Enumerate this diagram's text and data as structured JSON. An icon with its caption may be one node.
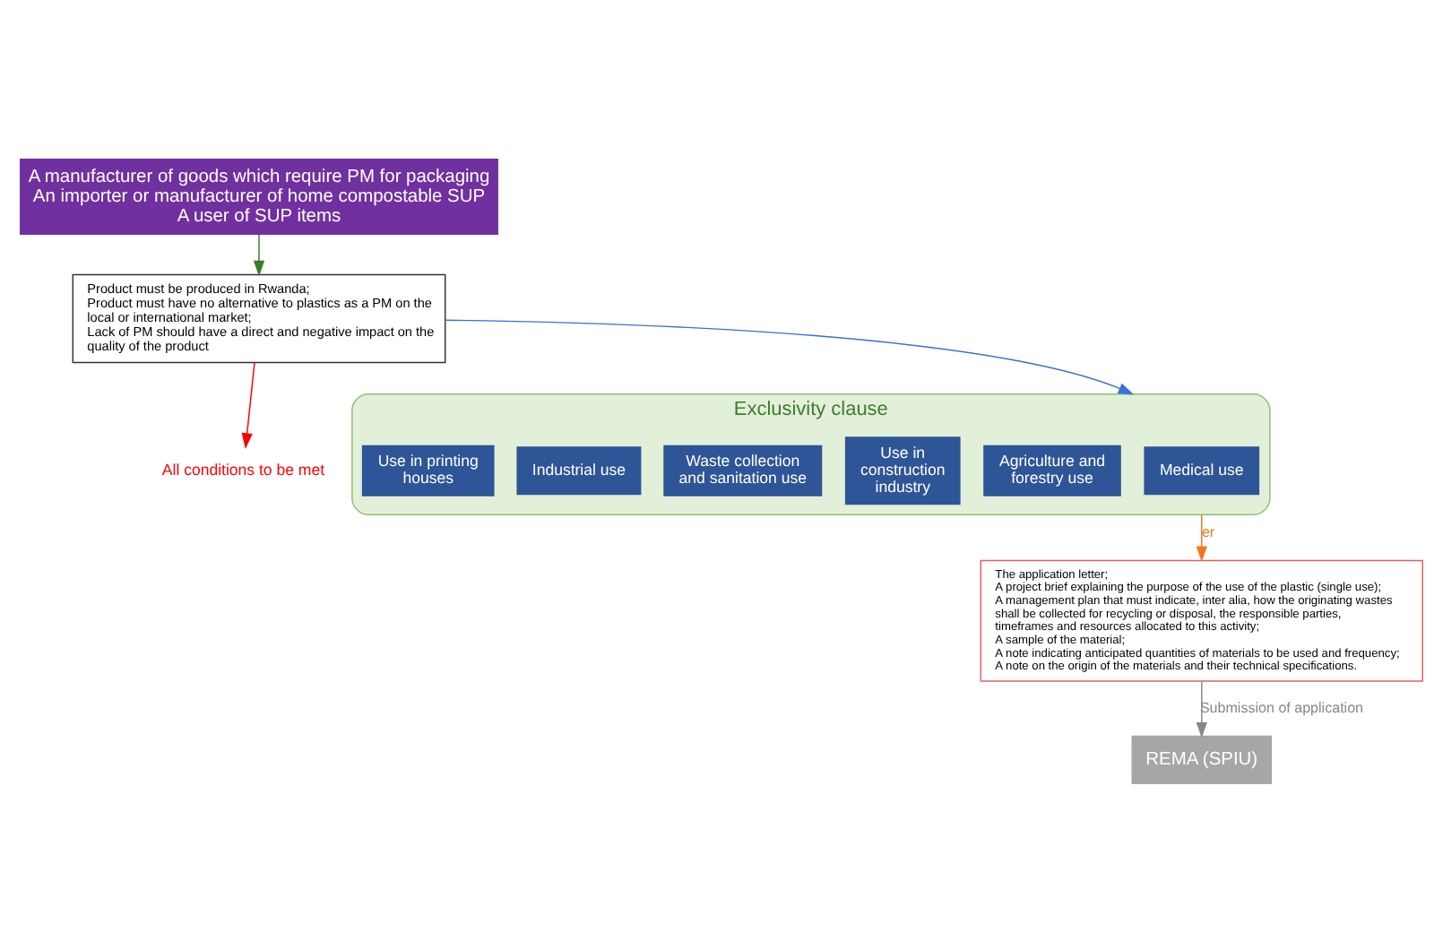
{
  "diagram": {
    "nodes": [
      {
        "text": [
          "A manufacturer of goods which require PM for packaging",
          "An importer or manufacturer of home compostable SUP",
          "A user of SUP items"
        ]
      },
      {
        "text": [
          "Product must be produced in Rwanda;",
          "Product must have no alternative to plastics as a PM on the local or international market;",
          "Lack of PM should have a direct and negative impact on the quality of the product"
        ]
      },
      {
        "text": [
          "All conditions to be met"
        ]
      },
      {
        "text": [
          "Exclusivity clause"
        ]
      },
      {
        "text": [
          "Medical use"
        ],
        "in": 3
      },
      {
        "text": [
          "Agriculture and forestry use"
        ],
        "in": 3
      },
      {
        "text": [
          "Use in construction industry"
        ],
        "in": 3
      },
      {
        "text": [
          "Waste collection and sanitation use"
        ],
        "in": 3
      },
      {
        "text": [
          "Industrial use"
        ],
        "in": 3
      },
      {
        "text": [
          "Use in printing houses"
        ],
        "in": 3
      },
      {
        "text": [
          "The application letter;",
          "A project brief explaining the purpose of the use of the plastic (single use);",
          "A management plan that must indicate, inter alia, how the originating wastes shall be collected for recycling or disposal, the responsible parties, timeframes and resources allocated to this activity;",
          "A sample of the material;",
          "A note indicating anticipated quantities of materials to be used and frequency;",
          "A note on the origin of the materials and their technical specifications."
        ]
      },
      {
        "text": [
          "REMA (SPIU)"
        ]
      }
    ],
    "edges": [
      {
        "from": 0,
        "to": 1,
        "arrow": "to",
        "color": "#3a7d2c"
      },
      {
        "from": 1,
        "to": 2,
        "arrow": "to",
        "color": "#ff0000"
      },
      {
        "from": 1,
        "to": 3,
        "arrow": "to",
        "color": "#3a6fd8"
      },
      {
        "from": 3,
        "to": 10,
        "arrow": "to",
        "color": "#f07820",
        "label": "er"
      },
      {
        "from": 10,
        "to": 11,
        "arrow": "to",
        "color": "#888888",
        "label": "Submission of application"
      }
    ]
  }
}
